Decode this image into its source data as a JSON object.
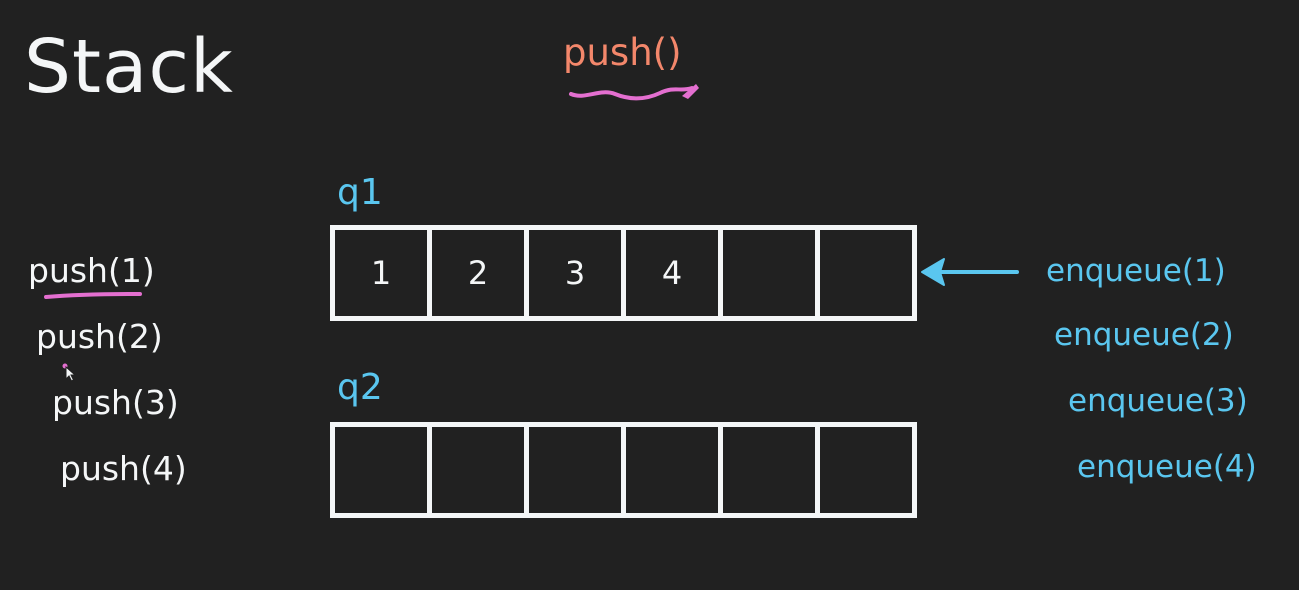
{
  "title": "Stack",
  "operation": "push()",
  "q1": {
    "label": "q1",
    "cells": [
      "1",
      "2",
      "3",
      "4",
      "",
      ""
    ]
  },
  "q2": {
    "label": "q2",
    "cells": [
      "",
      "",
      "",
      "",
      "",
      ""
    ]
  },
  "push_calls": [
    "push(1)",
    "push(2)",
    "push(3)",
    "push(4)"
  ],
  "enqueue_calls": [
    "enqueue(1)",
    "enqueue(2)",
    "enqueue(3)",
    "enqueue(4)"
  ],
  "colors": {
    "background": "#212121",
    "text": "#f4f6f7",
    "accent_blue": "#5ac6ef",
    "accent_orange": "#f3876b",
    "underline_pink": "#e46fd0"
  },
  "icons": {
    "arrow": "arrow-left-icon",
    "cursor": "mouse-pointer-icon"
  }
}
